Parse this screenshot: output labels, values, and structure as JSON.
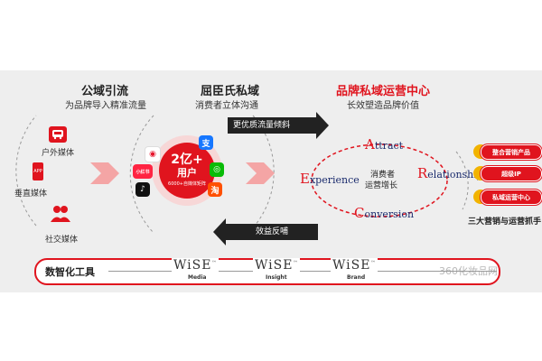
{
  "domain_section_left": {
    "title": "公域引流",
    "subtitle": "为品牌导入精准流量",
    "items": [
      {
        "label": "户外媒体",
        "icon": "bus-icon"
      },
      {
        "label": "垂直媒体",
        "icon": "mobile-app-icon",
        "icon_text": "APP"
      },
      {
        "label": "社交媒体",
        "icon": "people-icon"
      }
    ]
  },
  "domain_section_middle": {
    "title": "屈臣氏私域",
    "subtitle": "消费者立体沟通",
    "center_number": "2亿+",
    "center_unit": "用户",
    "center_caption": "6000+自媒体矩阵",
    "apps": [
      {
        "name": "weibo-icon",
        "glyph": "◉",
        "color": "#e6162d"
      },
      {
        "name": "alipay-icon",
        "glyph": "支",
        "color": "#1677ff"
      },
      {
        "name": "xiaohongshu-icon",
        "glyph": "小红书",
        "color": "#ff2442"
      },
      {
        "name": "wechat-icon",
        "glyph": "◎",
        "color": "#09bb07"
      },
      {
        "name": "tiktok-icon",
        "glyph": "♪",
        "color": "#111111"
      },
      {
        "name": "taobao-icon",
        "glyph": "淘",
        "color": "#ff5000"
      }
    ]
  },
  "domain_section_right": {
    "title": "品牌私域运营中心",
    "subtitle": "长效塑造品牌价值",
    "center_text_line1": "消费者",
    "center_text_line2": "运营增长",
    "attract_initial": "A",
    "attract_rest": "ttract",
    "relationship_initial": "R",
    "relationship_rest": "elationship",
    "conversion_initial": "C",
    "conversion_rest": "onversion",
    "experience_initial": "E",
    "experience_rest": "xperience"
  },
  "arrows": {
    "top_label": "更优质流量倾斜",
    "bottom_label": "效益反哺"
  },
  "products": {
    "items": [
      "整合营销产品",
      "超级IP",
      "私域运营中心"
    ],
    "caption": "三大营销与运营抓手"
  },
  "tools": {
    "label": "数智化工具",
    "brand_word": "WiSE",
    "tm": "™",
    "items": [
      "Media",
      "Insight",
      "Brand"
    ]
  },
  "watermark": "360化妆品网",
  "colors": {
    "accent": "#e0141e",
    "navy": "#1a2b6d",
    "gold": "#f2b300"
  }
}
